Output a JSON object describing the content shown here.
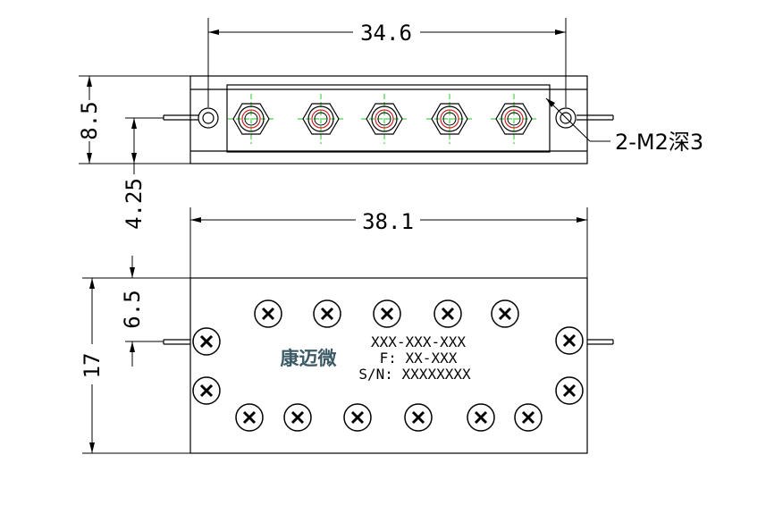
{
  "dimensions": {
    "top_width": "34.6",
    "top_height": "8.5",
    "connector_offset": "4.25",
    "bottom_width": "38.1",
    "bottom_height": "17",
    "bottom_offset": "6.5"
  },
  "mounting_note": "2-M2深3",
  "label": {
    "brand": "康迈微",
    "part_number": "XXX-XXX-XXX",
    "frequency": "F: XX-XXX",
    "serial": "S/N: XXXXXXXX"
  },
  "colors": {
    "line": "#000000",
    "centerline": "#22cc22",
    "thread": "#cc2222",
    "brand": "#3b5a66"
  }
}
